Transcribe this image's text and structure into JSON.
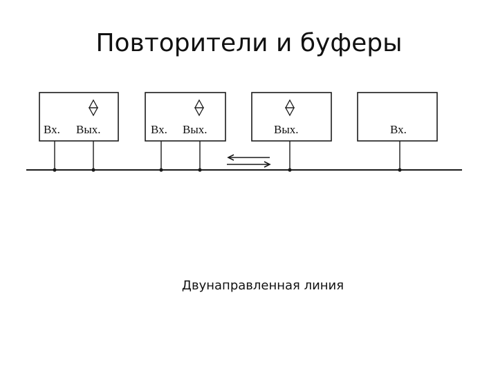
{
  "slide": {
    "title": "Повторители и буферы",
    "caption": "Двунаправленная линия"
  },
  "diagram": {
    "devices": [
      {
        "ports": [
          {
            "label": "Вх."
          },
          {
            "label": "Вых.",
            "bidirectional": true
          }
        ]
      },
      {
        "ports": [
          {
            "label": "Вх."
          },
          {
            "label": "Вых.",
            "bidirectional": true
          }
        ]
      },
      {
        "ports": [
          {
            "label": "Вых.",
            "bidirectional": true
          }
        ]
      },
      {
        "ports": [
          {
            "label": "Вх."
          }
        ]
      }
    ],
    "line_color": "#1a1a1a"
  }
}
